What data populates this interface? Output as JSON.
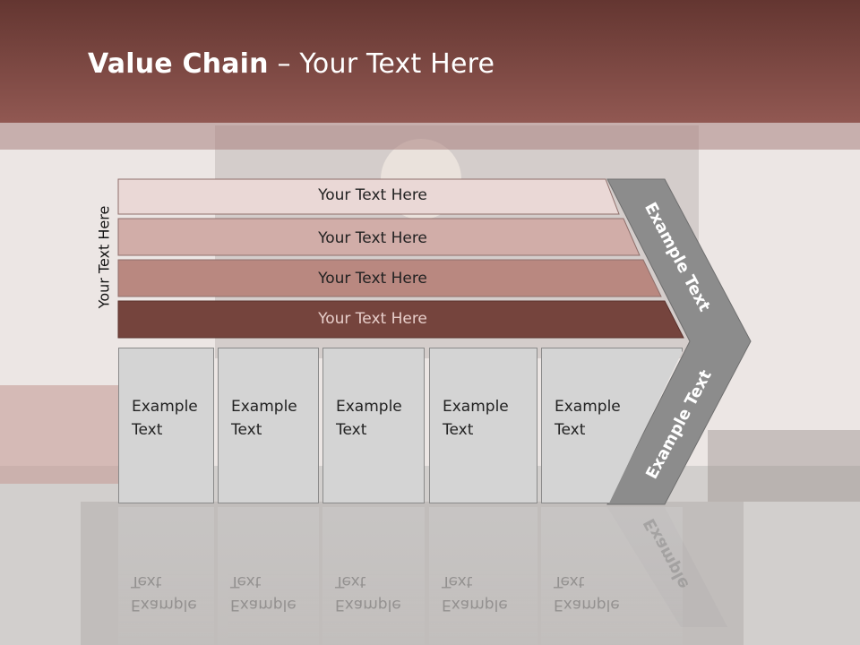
{
  "title": {
    "bold": "Value Chain",
    "rest": " – Your Text Here"
  },
  "side_label": "Your Text Here",
  "bars": [
    {
      "label": "Your Text Here",
      "color": "#ead8d6"
    },
    {
      "label": "Your Text Here",
      "color": "#d1ada8"
    },
    {
      "label": "Your Text Here",
      "color": "#b98880"
    },
    {
      "label": "Your Text Here",
      "color": "#75443d"
    }
  ],
  "boxes": [
    {
      "line1": "Example",
      "line2": "Text"
    },
    {
      "line1": "Example",
      "line2": "Text"
    },
    {
      "line1": "Example",
      "line2": "Text"
    },
    {
      "line1": "Example",
      "line2": "Text"
    },
    {
      "line1": "Example",
      "line2": "Text"
    }
  ],
  "chevron": {
    "upper_label": "Example Text",
    "lower_label": "Example Text",
    "reflection_label": "Example"
  },
  "colors": {
    "header": "#7a4540",
    "chevron": "#8c8c8c",
    "box": "#d4d4d4"
  }
}
